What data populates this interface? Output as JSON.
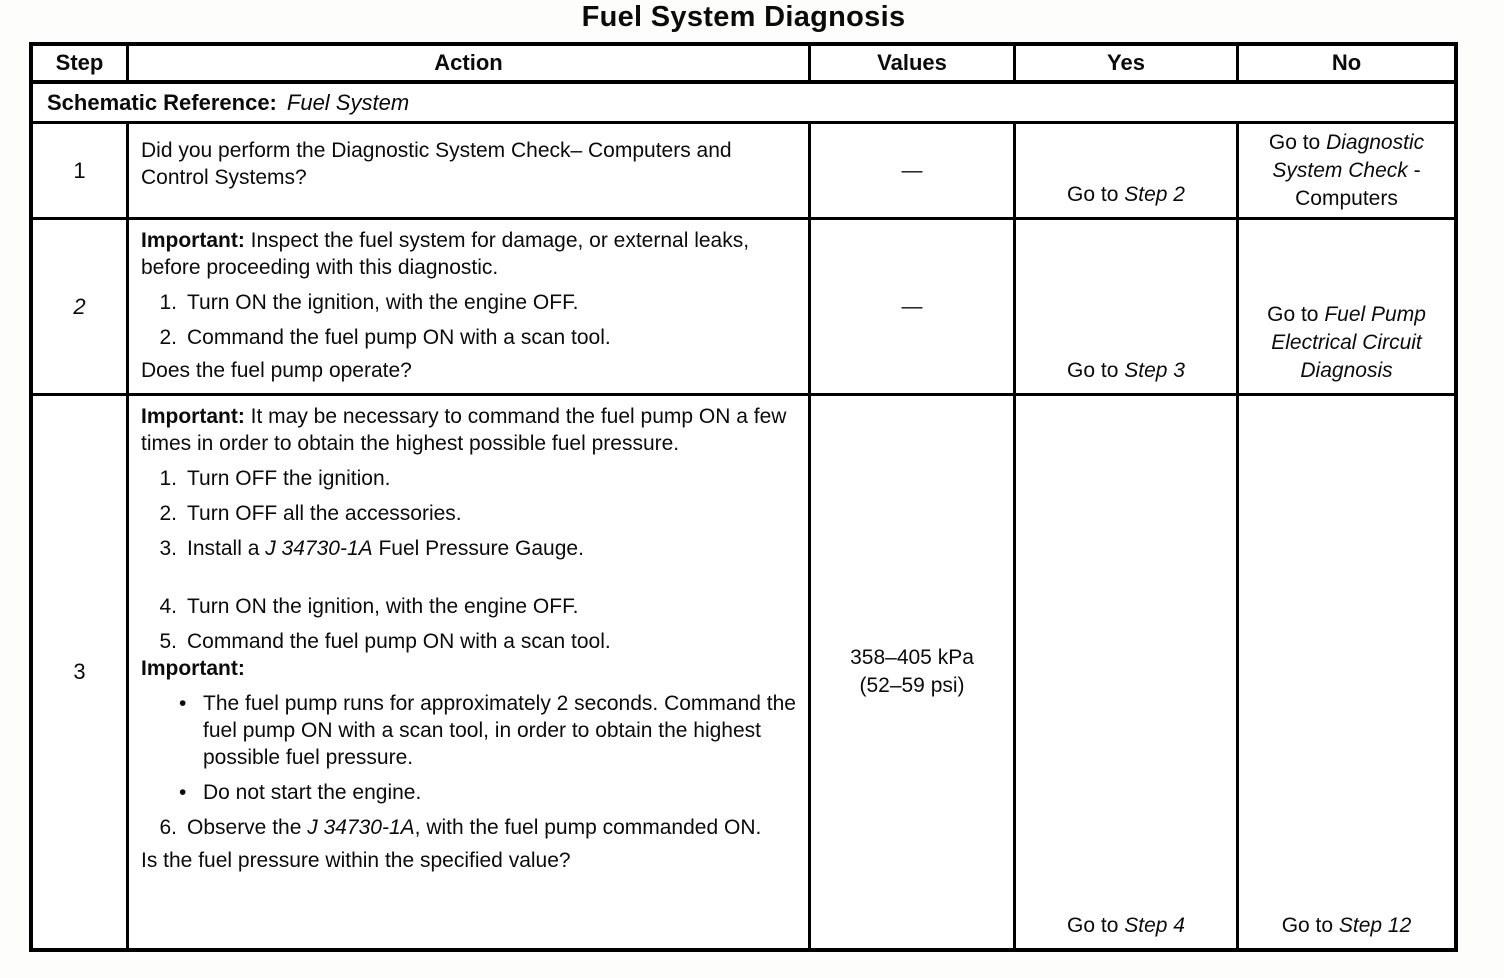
{
  "title": "Fuel System Diagnosis",
  "table": {
    "headers": {
      "step": "Step",
      "action": "Action",
      "values": "Values",
      "yes": "Yes",
      "no": "No"
    },
    "schematic": {
      "label": "Schematic Reference:",
      "value": "Fuel System"
    },
    "rows": [
      {
        "step": "1",
        "action": {
          "question": "Did you perform the Diagnostic System Check– Computers and Control Systems?"
        },
        "values": [
          "—"
        ],
        "yes": {
          "pre": "Go to ",
          "it": "Step 2",
          "post": ""
        },
        "no": {
          "pre": "Go to ",
          "it": "Diagnostic System Check",
          "post": " - Computers"
        }
      },
      {
        "step": "2",
        "action": {
          "important_label": "Important:",
          "important_text": " Inspect the fuel system for damage, or external leaks, before proceeding with this diagnostic.",
          "items": [
            {
              "n": "1.",
              "pre": "Turn ON the ignition, with the engine OFF.",
              "it": "",
              "post": ""
            },
            {
              "n": "2.",
              "pre": "Command the fuel pump ON with a scan tool.",
              "it": "",
              "post": ""
            }
          ],
          "question": "Does the fuel pump operate?"
        },
        "values": [
          "—"
        ],
        "yes": {
          "pre": "Go to ",
          "it": "Step 3",
          "post": ""
        },
        "no": {
          "pre": "Go to ",
          "it": "Fuel Pump Electrical Circuit Diagnosis",
          "post": ""
        }
      },
      {
        "step": "3",
        "action": {
          "important_label": "Important:",
          "important_text": " It may be necessary to command the fuel pump ON a few times in order to obtain the highest possible fuel pressure.",
          "items": [
            {
              "n": "1.",
              "pre": "Turn OFF the ignition.",
              "it": "",
              "post": ""
            },
            {
              "n": "2.",
              "pre": "Turn OFF all the accessories.",
              "it": "",
              "post": ""
            },
            {
              "n": "3.",
              "pre": "Install a ",
              "it": "J 34730-1A",
              "post": " Fuel Pressure Gauge."
            },
            {
              "n": "4.",
              "pre": "Turn ON the ignition, with the engine OFF.",
              "it": "",
              "post": ""
            },
            {
              "n": "5.",
              "pre": "Command the fuel pump ON with a scan tool.",
              "it": "",
              "post": ""
            }
          ],
          "important2_label": "Important:",
          "bullets": [
            "The fuel pump runs for approximately 2 seconds. Command the fuel pump ON with a scan tool, in order to obtain the highest possible fuel pressure.",
            "Do not start the engine."
          ],
          "item6": {
            "n": "6.",
            "pre": "Observe the ",
            "it": "J 34730-1A",
            "post": ", with the fuel pump commanded ON."
          },
          "question": "Is the fuel pressure within the specified value?"
        },
        "values": [
          "358–405 kPa",
          "(52–59 psi)"
        ],
        "yes": {
          "pre": "Go to ",
          "it": "Step 4",
          "post": ""
        },
        "no": {
          "pre": "Go to ",
          "it": "Step 12",
          "post": ""
        }
      }
    ]
  }
}
